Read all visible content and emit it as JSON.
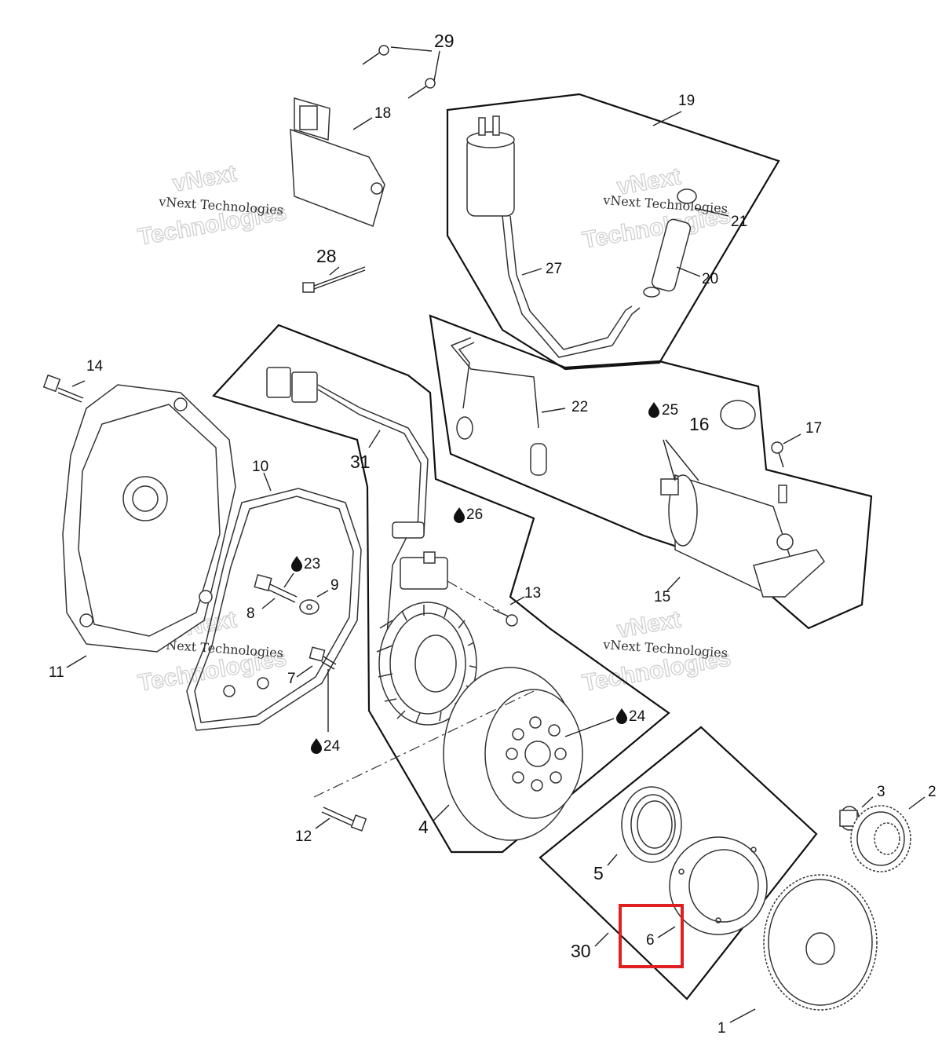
{
  "diagram": {
    "callouts": [
      "29",
      "18",
      "19",
      "21",
      "20",
      "27",
      "28",
      "14",
      "22",
      "25",
      "16",
      "17",
      "31",
      "10",
      "26",
      "23",
      "9",
      "8",
      "13",
      "15",
      "11",
      "7",
      "24",
      "12",
      "4",
      "5",
      "30",
      "6",
      "3",
      "2",
      "1"
    ],
    "lubricant_icon": "oil-drop-icon",
    "highlighted_callout": "6",
    "highlight_color": "#e02020"
  },
  "watermark": {
    "line1": "vNext Technologies",
    "line2_top": "vNext",
    "line2_bottom": "Technologies"
  }
}
